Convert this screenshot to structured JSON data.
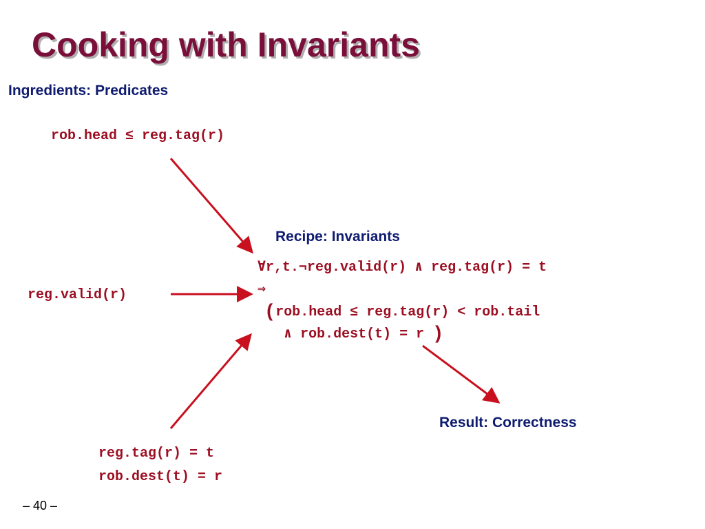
{
  "slide": {
    "title": "Cooking with Invariants",
    "ingredients_heading": "Ingredients: Predicates",
    "predicate_rob_head": "rob.head ≤ reg.tag(r)",
    "predicate_reg_valid": "reg.valid(r)",
    "predicate_reg_tag": "reg.tag(r) = t",
    "predicate_rob_dest": "rob.dest(t) = r",
    "recipe_heading": "Recipe: Invariants",
    "invariant_line1": "∀r,t.¬reg.valid(r) ∧ reg.tag(r) = t",
    "invariant_line2": "⇒",
    "invariant_paren_open": "(",
    "invariant_line3": "rob.head ≤ reg.tag(r) < rob.tail",
    "invariant_line4_and": "∧",
    "invariant_line4": "rob.dest(t) = r",
    "invariant_paren_close": ")",
    "result_heading": "Result: Correctness",
    "page_number": "– 40 –"
  },
  "colors": {
    "title": "#7a0f3a",
    "heading": "#0f1c70",
    "code": "#9c0f22",
    "arrow": "#c8101e"
  }
}
